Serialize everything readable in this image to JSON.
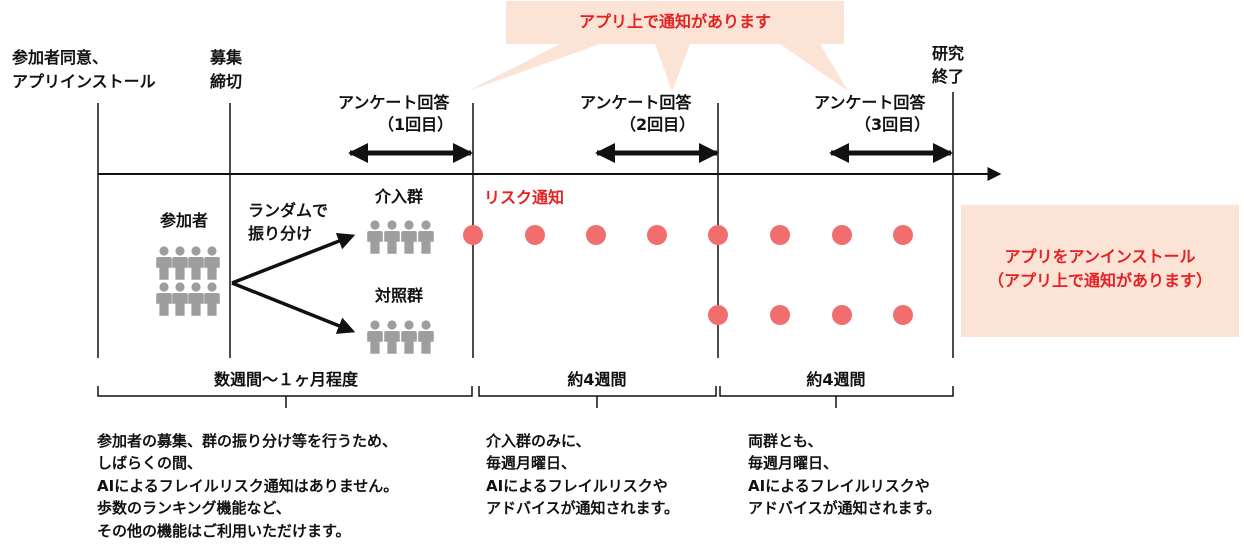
{
  "callout_top": "アプリ上で通知があります",
  "milestones": {
    "consent": [
      "参加者同意、",
      "アプリインストール"
    ],
    "recruit_end": [
      "募集",
      "締切"
    ],
    "study_end": [
      "研究",
      "終了"
    ]
  },
  "surveys": [
    {
      "title": "アンケート回答",
      "round": "（1回目）"
    },
    {
      "title": "アンケート回答",
      "round": "（2回目）"
    },
    {
      "title": "アンケート回答",
      "round": "（3回目）"
    }
  ],
  "participants_label": "参加者",
  "randomize_label": [
    "ランダムで",
    "振り分け"
  ],
  "intervention_label": "介入群",
  "control_label": "対照群",
  "risk_notice_label": "リスク通知",
  "uninstall_box": [
    "アプリをアンインストール",
    "（アプリ上で通知があります）"
  ],
  "periods": [
    "数週間～１ヶ月程度",
    "約4週間",
    "約4週間"
  ],
  "descriptions": [
    [
      "参加者の募集、群の振り分け等を行うため、",
      "しばらくの間、",
      "AIによるフレイルリスク通知はありません。",
      "歩数のランキング機能など、",
      "その他の機能はご利用いただけます。"
    ],
    [
      "介入群のみに、",
      "毎週月曜日、",
      "AIによるフレイルリスクや",
      "アドバイスが通知されます。"
    ],
    [
      "両群とも、",
      "毎週月曜日、",
      "AIによるフレイルリスクや",
      "アドバイスが通知されます。"
    ]
  ],
  "colors": {
    "callout_fill": "#fbe3d6",
    "dot": "#f26e6e",
    "notice_text": "#e52222",
    "person": "#9e9e9e",
    "line": "#111111"
  }
}
